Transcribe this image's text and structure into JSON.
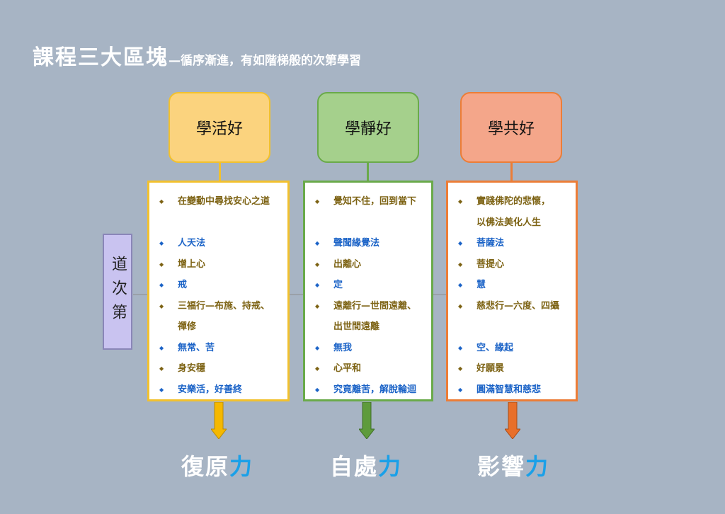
{
  "title": {
    "main": "課程三大區塊",
    "sub": "—循序漸進，有如階梯般的次第學習"
  },
  "side_label": "道次第",
  "colors": {
    "background": "#a7b4c4",
    "col1_border": "#f2c12e",
    "col1_head": "#fbd37e",
    "col2_border": "#6aaa4a",
    "col2_head": "#a5d08c",
    "col3_border": "#ec7d37",
    "col3_head": "#f4a68a",
    "blue_text": "#1b63c7",
    "brown_text": "#7d6314",
    "accent_force": "#1aa0e8"
  },
  "columns": [
    {
      "header": "學活好",
      "items": [
        {
          "text": "在變動中尋找安心之道",
          "color": "brown"
        },
        {
          "text": "",
          "gap": true
        },
        {
          "text": "人天法",
          "color": "blue"
        },
        {
          "text": "增上心",
          "color": "brown"
        },
        {
          "text": "戒",
          "color": "blue"
        },
        {
          "text": "三福行—布施、持戒、",
          "color": "brown"
        },
        {
          "text": "禪修",
          "color": "brown",
          "cont": true
        },
        {
          "text": "無常、苦",
          "color": "blue"
        },
        {
          "text": "身安穩",
          "color": "brown"
        },
        {
          "text": "安樂活，好善終",
          "color": "blue"
        }
      ],
      "result_prefix": "復原",
      "result_suffix": "力"
    },
    {
      "header": "學靜好",
      "items": [
        {
          "text": "覺知不住，回到當下",
          "color": "brown"
        },
        {
          "text": "",
          "gap": true
        },
        {
          "text": "聲聞緣覺法",
          "color": "blue"
        },
        {
          "text": "出離心",
          "color": "brown"
        },
        {
          "text": "定",
          "color": "blue"
        },
        {
          "text": "遠離行—世間遠離、",
          "color": "brown"
        },
        {
          "text": "出世間遠離",
          "color": "brown",
          "cont": true
        },
        {
          "text": "無我",
          "color": "blue"
        },
        {
          "text": "心平和",
          "color": "brown"
        },
        {
          "text": "究竟離苦，解脫輪迴",
          "color": "blue"
        }
      ],
      "result_prefix": "自處",
      "result_suffix": "力"
    },
    {
      "header": "學共好",
      "items": [
        {
          "text": "實踐佛陀的悲懷，",
          "color": "brown"
        },
        {
          "text": "以佛法美化人生",
          "color": "brown",
          "cont": true
        },
        {
          "text": "菩薩法",
          "color": "blue"
        },
        {
          "text": "菩提心",
          "color": "brown"
        },
        {
          "text": "慧",
          "color": "blue"
        },
        {
          "text": "慈悲行—六度、四攝",
          "color": "brown"
        },
        {
          "text": "",
          "gap": true
        },
        {
          "text": "空、緣起",
          "color": "blue"
        },
        {
          "text": "好願景",
          "color": "brown"
        },
        {
          "text": "圓滿智慧和慈悲",
          "color": "blue"
        }
      ],
      "result_prefix": "影響",
      "result_suffix": "力"
    }
  ]
}
